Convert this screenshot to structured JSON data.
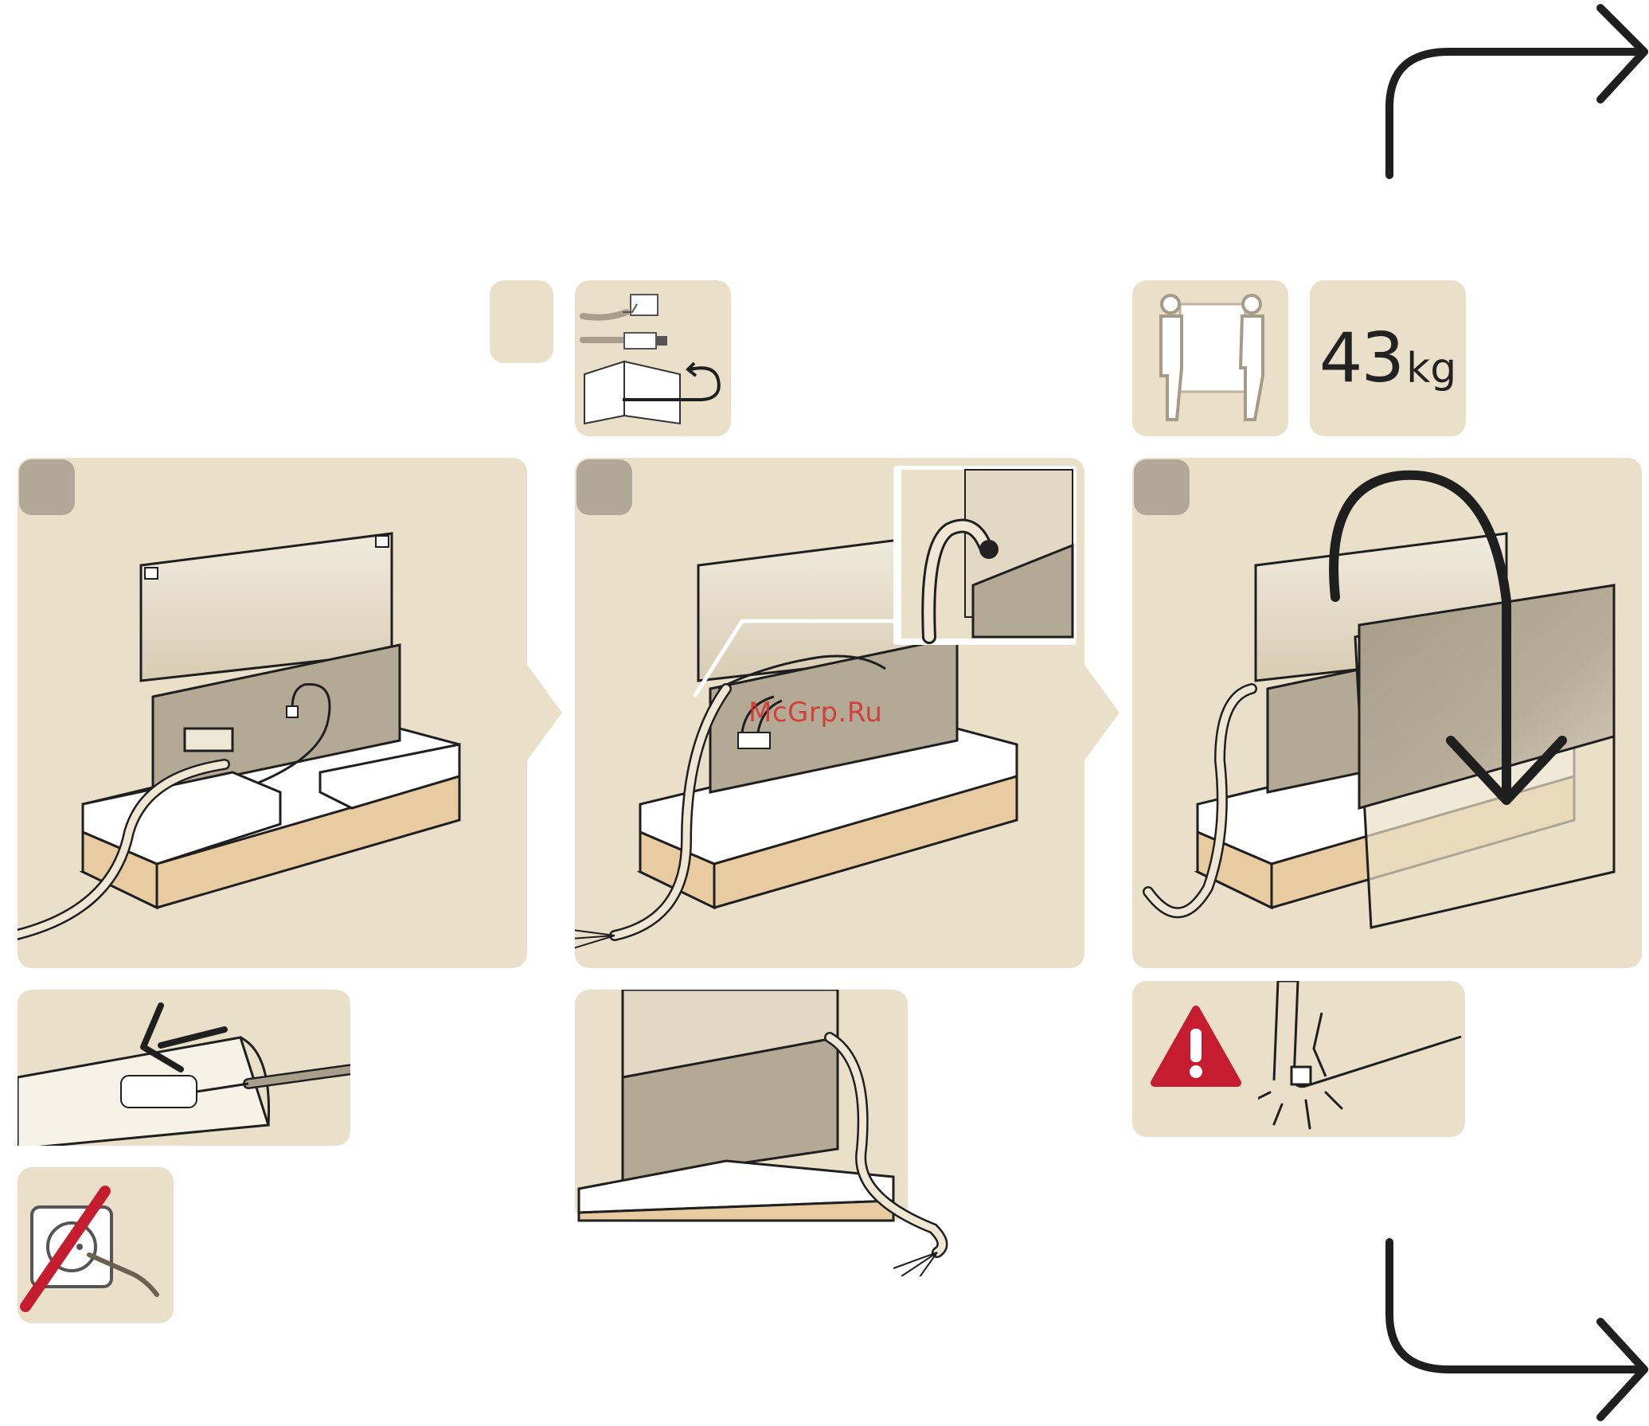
{
  "weight": {
    "value": "43",
    "unit": "kg"
  },
  "watermark": "McGrp.Ru",
  "colors": {
    "panel_bg": "#eae0ca",
    "badge": "#b2a897",
    "tv_back": "#b3a994",
    "foam": "#ffffff",
    "carton": "#e8cba1",
    "warning_red": "#c51d2f",
    "line": "#1f1f1f"
  },
  "icons": {
    "flip_arrow": "flip-arrow-icon",
    "two_person_lift": "two-person-lift-icon",
    "warning": "warning-triangle-icon",
    "no_plug": "no-plug-icon",
    "cable_box": "cables-box-icon"
  }
}
